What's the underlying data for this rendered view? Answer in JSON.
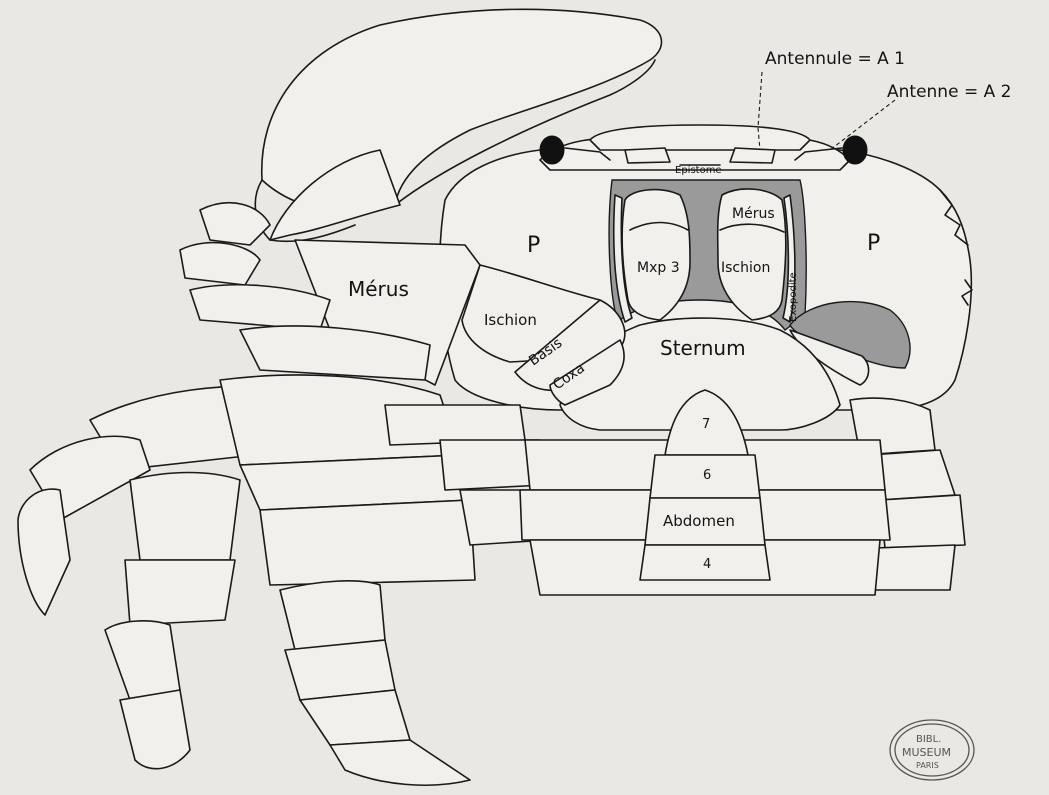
{
  "labels": {
    "antennule": "Antennule = A 1",
    "antenne": "Antenne = A 2",
    "epistome": "Epistome",
    "merus_left": "Mérus",
    "merus_right": "Mérus",
    "p_left": "P",
    "p_right": "P",
    "mxp3": "Mxp 3",
    "ischion_left": "Ischion",
    "ischion_right": "Ischion",
    "exopodite": "Exopodite",
    "basis": "Basis",
    "coxa": "Coxa",
    "sternum": "Sternum",
    "seg7": "7",
    "seg6": "6",
    "abdomen": "Abdomen",
    "seg4": "4"
  },
  "stamp": {
    "line1": "BIBL.",
    "line2": "MUSEUM",
    "line3": "PARIS"
  }
}
